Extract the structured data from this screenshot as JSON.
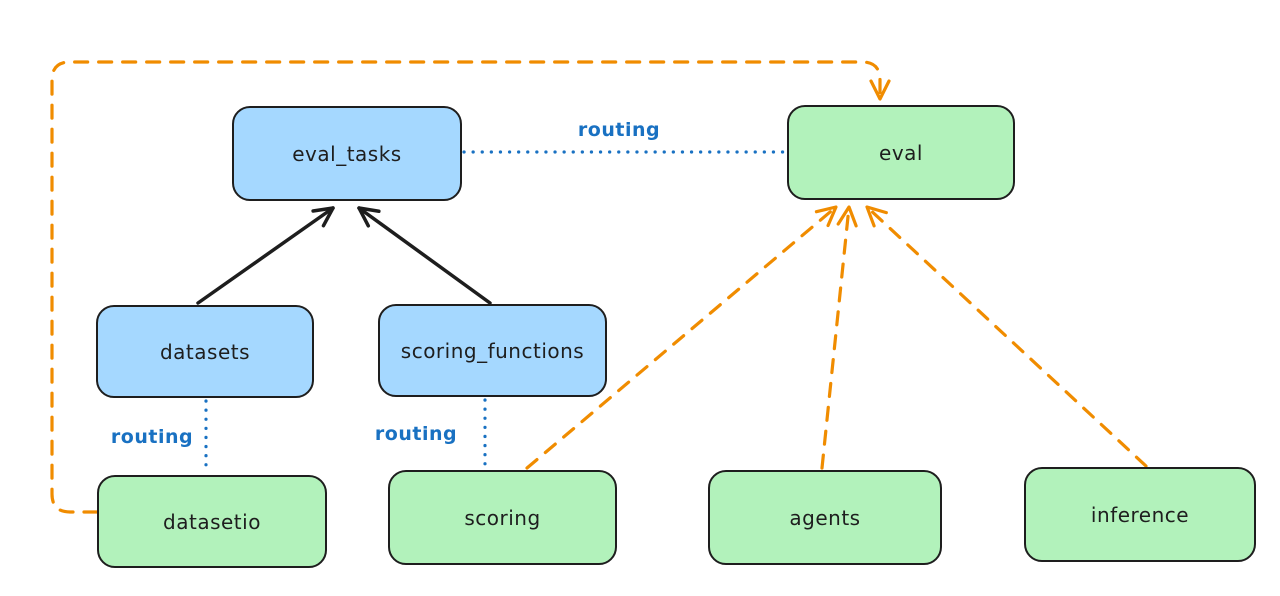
{
  "diagram": {
    "type": "graph",
    "nodes": [
      {
        "id": "eval_tasks",
        "label": "eval_tasks",
        "fill": "blue"
      },
      {
        "id": "eval",
        "label": "eval",
        "fill": "green"
      },
      {
        "id": "datasets",
        "label": "datasets",
        "fill": "blue"
      },
      {
        "id": "scoring_functions",
        "label": "scoring_functions",
        "fill": "blue"
      },
      {
        "id": "datasetio",
        "label": "datasetio",
        "fill": "green"
      },
      {
        "id": "scoring",
        "label": "scoring",
        "fill": "green"
      },
      {
        "id": "agents",
        "label": "agents",
        "fill": "green"
      },
      {
        "id": "inference",
        "label": "inference",
        "fill": "green"
      }
    ],
    "edges": [
      {
        "from": "datasets",
        "to": "eval_tasks",
        "style": "solid-black-arrow"
      },
      {
        "from": "scoring_functions",
        "to": "eval_tasks",
        "style": "solid-black-arrow"
      },
      {
        "from": "eval_tasks",
        "to": "eval",
        "style": "dotted-blue",
        "label": "routing"
      },
      {
        "from": "datasets",
        "to": "datasetio",
        "style": "dotted-blue",
        "label": "routing"
      },
      {
        "from": "scoring_functions",
        "to": "scoring",
        "style": "dotted-blue",
        "label": "routing"
      },
      {
        "from": "scoring",
        "to": "eval",
        "style": "dashed-orange-arrow"
      },
      {
        "from": "agents",
        "to": "eval",
        "style": "dashed-orange-arrow"
      },
      {
        "from": "inference",
        "to": "eval",
        "style": "dashed-orange-arrow"
      },
      {
        "from": "datasetio",
        "to": "eval",
        "style": "dashed-orange-arrow",
        "route": "around-left-top"
      }
    ],
    "colors": {
      "blue_fill": "#a5d8ff",
      "green_fill": "#b2f2bb",
      "node_stroke": "#1e1e1e",
      "black_arrow": "#1e1e1e",
      "routing_line": "#1971c2",
      "provider_arrow": "#f08c00",
      "background": "#ffffff"
    }
  }
}
